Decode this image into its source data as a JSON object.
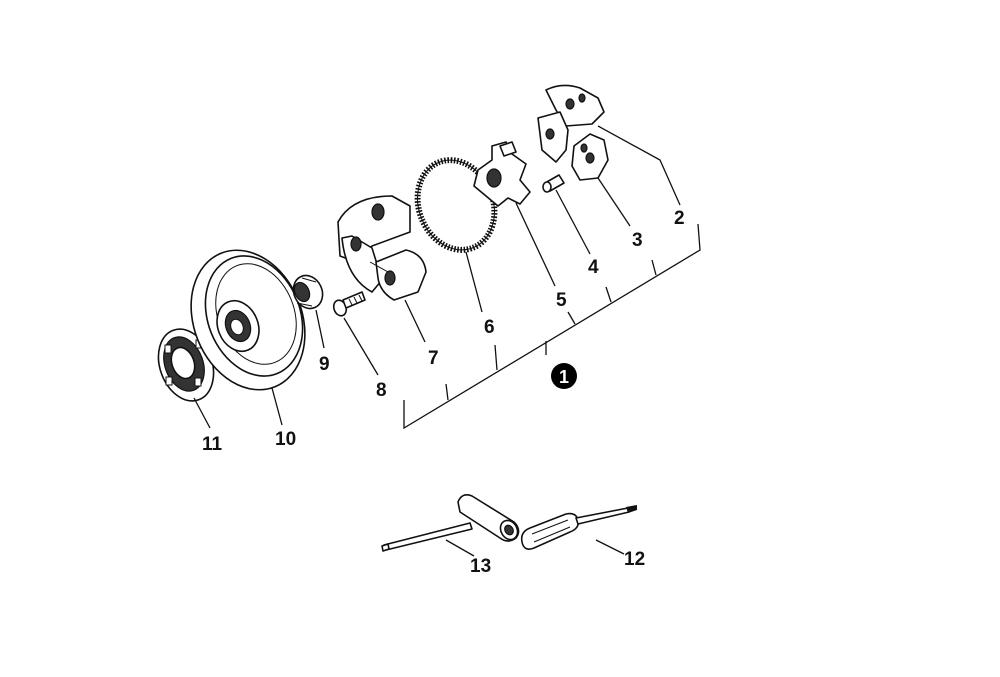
{
  "callouts": {
    "c1": "1",
    "c2": "2",
    "c3": "3",
    "c4": "4",
    "c5": "5",
    "c6": "6",
    "c7": "7",
    "c8": "8",
    "c9": "9",
    "c10": "10",
    "c11": "11",
    "c12": "12",
    "c13": "13"
  },
  "colors": {
    "ink": "#111111",
    "paper": "#ffffff",
    "assembly_badge": "#000000"
  }
}
